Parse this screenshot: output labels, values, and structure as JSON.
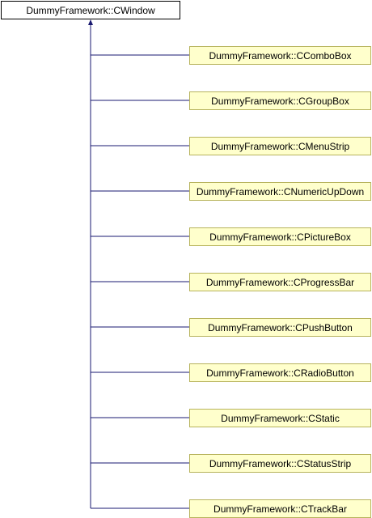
{
  "diagram": {
    "base": {
      "label": "DummyFramework::CWindow"
    },
    "derived": [
      {
        "label": "DummyFramework::CComboBox"
      },
      {
        "label": "DummyFramework::CGroupBox"
      },
      {
        "label": "DummyFramework::CMenuStrip"
      },
      {
        "label": "DummyFramework::CNumericUpDown"
      },
      {
        "label": "DummyFramework::CPictureBox"
      },
      {
        "label": "DummyFramework::CProgressBar"
      },
      {
        "label": "DummyFramework::CPushButton"
      },
      {
        "label": "DummyFramework::CRadioButton"
      },
      {
        "label": "DummyFramework::CStatic"
      },
      {
        "label": "DummyFramework::CStatusStrip"
      },
      {
        "label": "DummyFramework::CTrackBar"
      }
    ]
  },
  "colors": {
    "edge": "#191970",
    "derived_fill": "#ffffcc",
    "derived_border": "#b7b35c",
    "base_border": "#000000"
  }
}
